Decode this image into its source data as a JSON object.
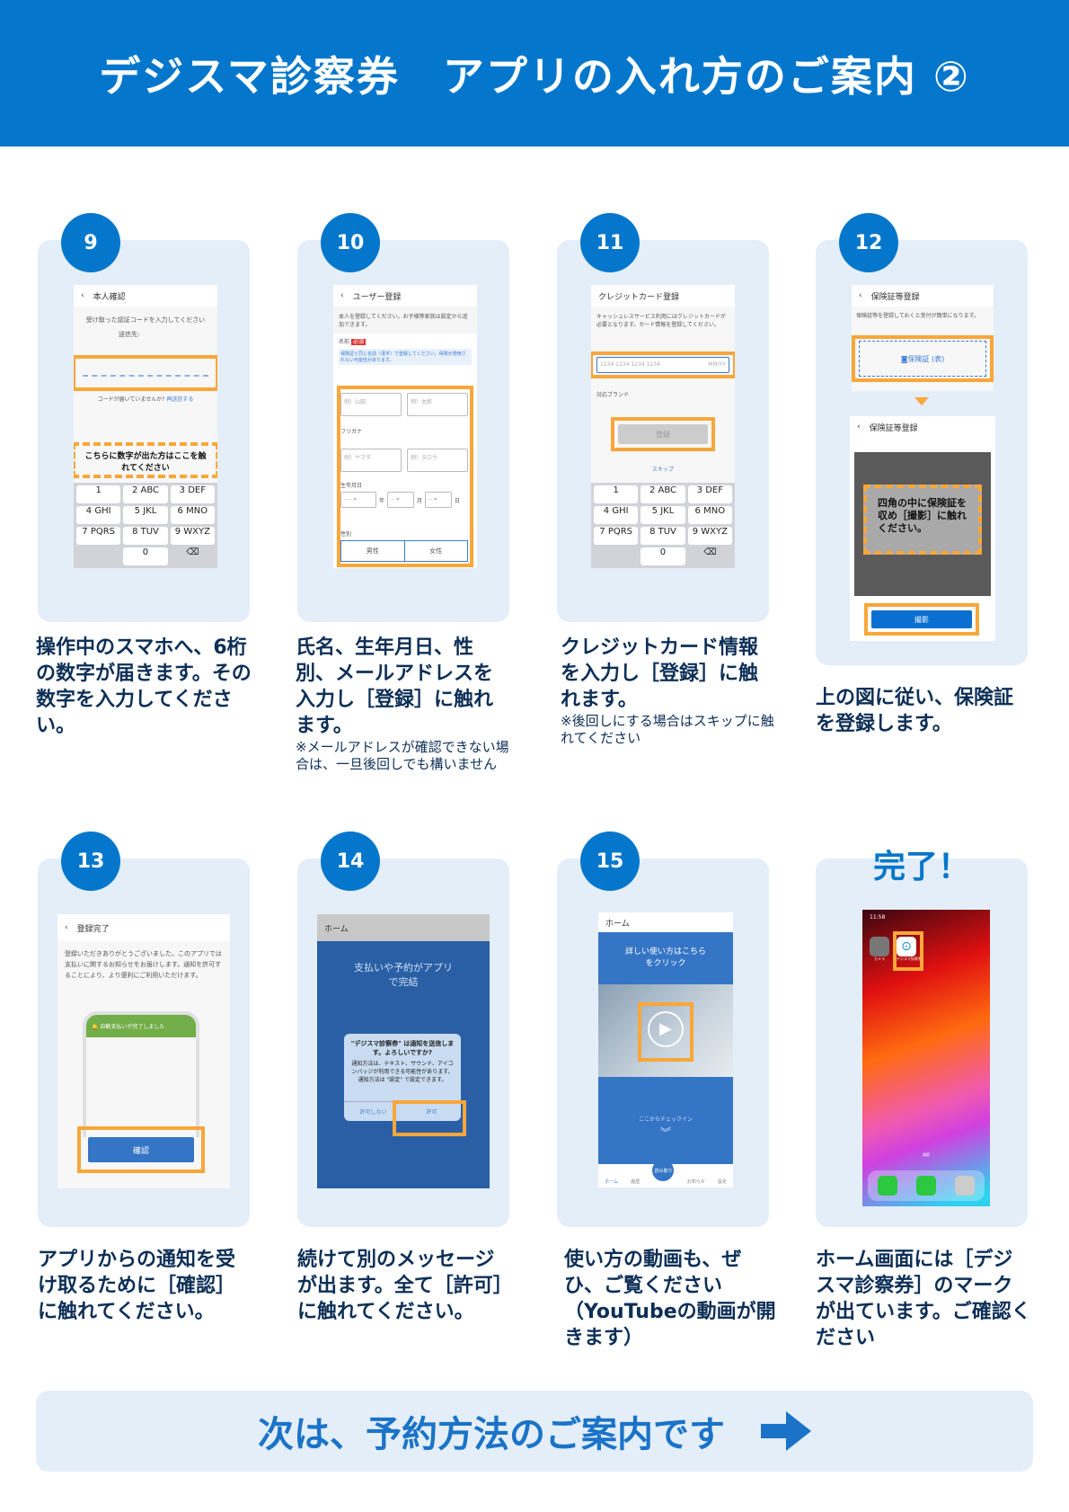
{
  "header": {
    "title": "デジスマ診察券　アプリの入れ方のご案内 ②"
  },
  "colors": {
    "brand": "#0477cc",
    "card_bg": "#e4eef9",
    "highlight": "#f9a63a",
    "caption": "#0d2f57"
  },
  "steps": [
    {
      "num": "9",
      "caption": "操作中のスマホへ、6桁の数字が届きます。その数字を入力してください。",
      "screen": {
        "title": "本人確認",
        "text": "受け取った認証コードを入力してください",
        "sent_to": "送信先:",
        "resend_q": "コードが届いていませんか?",
        "resend": "再送信する",
        "callout": "こちらに数字が出た方はここを触れてください",
        "keys": [
          "1",
          "2 ABC",
          "3 DEF",
          "4 GHI",
          "5 JKL",
          "6 MNO",
          "7 PQRS",
          "8 TUV",
          "9 WXYZ",
          "",
          "0",
          "⌫"
        ]
      }
    },
    {
      "num": "10",
      "caption": "氏名、生年月日、性別、メールアドレスを入力し［登録］に触れます。",
      "note": "※メールアドレスが確認できない場合は、一旦後回しでも構いません",
      "screen": {
        "title": "ユーザー登録",
        "text": "本人を登録してください。お子様等家族は設定から追加できます。",
        "name_label": "名前",
        "required": "必須",
        "hint": "保険証と同じ名前（漢字）で登録してください。保険が適用されない可能性があります。",
        "sei": "例）山田",
        "mei": "例）太郎",
        "kana_label": "フリガナ",
        "kana_sei": "例）ヤマダ",
        "kana_mei": "例）タロウ",
        "dob_label": "生年月日",
        "year": "年",
        "month": "月",
        "day": "日",
        "gender_label": "性別",
        "male": "男性",
        "female": "女性"
      }
    },
    {
      "num": "11",
      "caption": "クレジットカード情報を入力し［登録］に触れます。",
      "note": "※後回しにする場合はスキップに触れてください",
      "screen": {
        "title": "クレジットカード登録",
        "text": "キャッシュレスサービス利用にはクレジットカードが必要となります。カード情報を登録してください。",
        "card_placeholder": "1234 1234 1234 1234",
        "expiry": "MM/YY",
        "brands": "対応ブランド",
        "register": "登録",
        "skip": "スキップ",
        "keys": [
          "1",
          "2 ABC",
          "3 DEF",
          "4 GHI",
          "5 JKL",
          "6 MNO",
          "7 PQRS",
          "8 TUV",
          "9 WXYZ",
          "",
          "0",
          "⌫"
        ]
      }
    },
    {
      "num": "12",
      "caption": "上の図に従い、保険証を登録します。",
      "screen": {
        "title": "保険証等登録",
        "text": "保険証等を登録しておくと受付が簡単になります。",
        "upload": "保険証 (表)",
        "camera_text": "四角の中に保険証を収め［撮影］に触れください。",
        "shoot": "撮影"
      }
    },
    {
      "num": "13",
      "caption": "アプリからの通知を受け取るために［確認］に触れてください。",
      "screen": {
        "title": "登録完了",
        "text": "登録いただきありがとうございました。このアプリでは支払いに関するお知らせをお届けします。通知を許可することにより、より便利にご利用いただけます。",
        "notif": "自動支払いが完了しました",
        "confirm": "確認"
      }
    },
    {
      "num": "14",
      "caption": "続けて別のメッセージが出ます。全て［許可］に触れてください。",
      "screen": {
        "title": "ホーム",
        "headline": "支払いや予約がアプリで完結",
        "dialog_title": "\"デジスマ診察券\" は通知を送信します。よろしいですか?",
        "dialog_body": "通知方法は、テキスト、サウンド、アイコンバッジが利用できる可能性があります。通知方法は \"設定\" で設定できます。",
        "deny": "許可しない",
        "allow": "許可"
      }
    },
    {
      "num": "15",
      "caption": "使い方の動画も、ぜひ、ご覧ください（YouTubeの動画が開きます）",
      "screen": {
        "title": "ホーム",
        "headline": "詳しい使い方はこちらをクリック",
        "checkin": "ここからチェックイン",
        "tabs": [
          "ホーム",
          "履歴",
          "読み取り",
          "お知らせ",
          "設定"
        ]
      }
    },
    {
      "done": "完了！",
      "caption": "ホーム画面には［デジスマ診察券］のマークが出ています。ご確認ください",
      "screen": {
        "time": "11:58",
        "camera": "カメラ",
        "app": "デジスマ診察券",
        "search": "検索"
      }
    }
  ],
  "footer": {
    "text": "次は、予約方法のご案内です",
    "arrow_icon": "arrow-right-icon"
  }
}
